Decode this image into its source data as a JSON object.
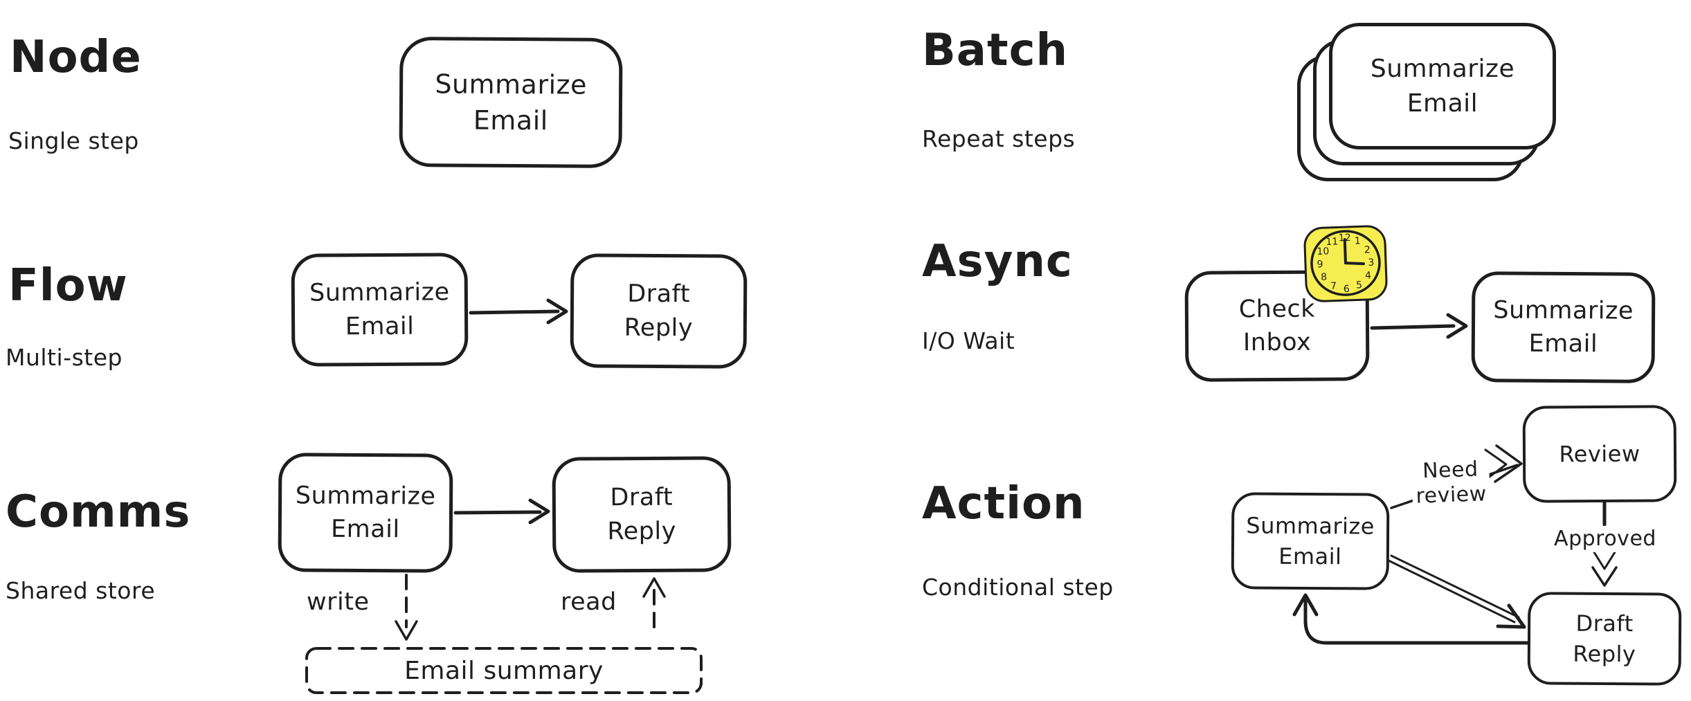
{
  "palette": {
    "ink": "#1e1e1e",
    "paper": "#ffffff",
    "clock_fill": "#f6ee51",
    "clock_shadow": "#e9dd3f"
  },
  "sections": {
    "node": {
      "title": "Node",
      "subtitle": "Single step",
      "steps": {
        "summarize": "Summarize\nEmail"
      }
    },
    "flow": {
      "title": "Flow",
      "subtitle": "Multi-step",
      "steps": {
        "summarize": "Summarize\nEmail",
        "draft": "Draft\nReply"
      }
    },
    "comms": {
      "title": "Comms",
      "subtitle": "Shared store",
      "steps": {
        "summarize": "Summarize\nEmail",
        "draft": "Draft\nReply"
      },
      "labels": {
        "write": "write",
        "read": "read"
      },
      "store": "Email summary"
    },
    "batch": {
      "title": "Batch",
      "subtitle": "Repeat steps",
      "steps": {
        "summarize": "Summarize\nEmail"
      }
    },
    "async": {
      "title": "Async",
      "subtitle": "I/O Wait",
      "steps": {
        "check": "Check\nInbox",
        "summarize": "Summarize\nEmail"
      },
      "clock_numbers": [
        "12",
        "1",
        "2",
        "3",
        "4",
        "5",
        "6",
        "7",
        "8",
        "9",
        "10",
        "11"
      ]
    },
    "action": {
      "title": "Action",
      "subtitle": "Conditional step",
      "steps": {
        "summarize": "Summarize\nEmail",
        "review": "Review",
        "draft": "Draft\nReply"
      },
      "labels": {
        "need_review": "Need\nreview",
        "approved": "Approved"
      }
    }
  }
}
